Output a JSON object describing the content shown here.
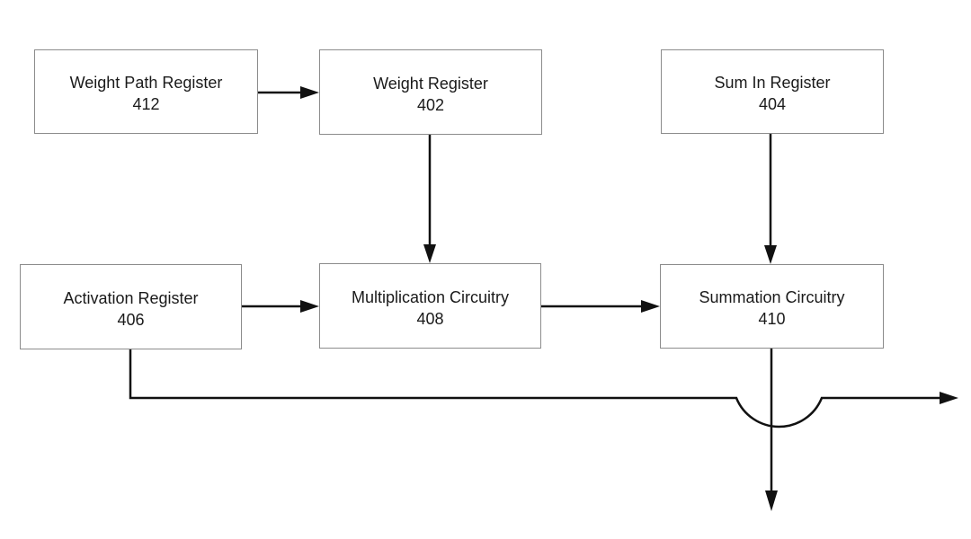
{
  "diagram": {
    "title": "",
    "nodes": {
      "weight_path_register": {
        "label": "Weight Path Register",
        "ref": "412"
      },
      "weight_register": {
        "label": "Weight Register",
        "ref": "402"
      },
      "sum_in_register": {
        "label": "Sum In Register",
        "ref": "404"
      },
      "activation_register": {
        "label": "Activation Register",
        "ref": "406"
      },
      "multiplication_circuitry": {
        "label": "Multiplication Circuitry",
        "ref": "408"
      },
      "summation_circuitry": {
        "label": "Summation Circuitry",
        "ref": "410"
      }
    },
    "edges": [
      {
        "from": "412",
        "to": "402",
        "type": "arrow"
      },
      {
        "from": "402",
        "to": "408",
        "type": "arrow"
      },
      {
        "from": "404",
        "to": "410",
        "type": "arrow"
      },
      {
        "from": "406",
        "to": "408",
        "type": "arrow"
      },
      {
        "from": "408",
        "to": "410",
        "type": "arrow"
      },
      {
        "from": "406",
        "to": "output-right",
        "type": "arrow",
        "note": "routes down then right, hopping the 410 output line"
      },
      {
        "from": "410",
        "to": "output-bottom",
        "type": "arrow"
      }
    ],
    "colors": {
      "background": "#ffffff",
      "box_fill": "#ffffff",
      "box_border": "#8c8c8c",
      "line": "#111111",
      "text": "#1a1a1a"
    }
  }
}
